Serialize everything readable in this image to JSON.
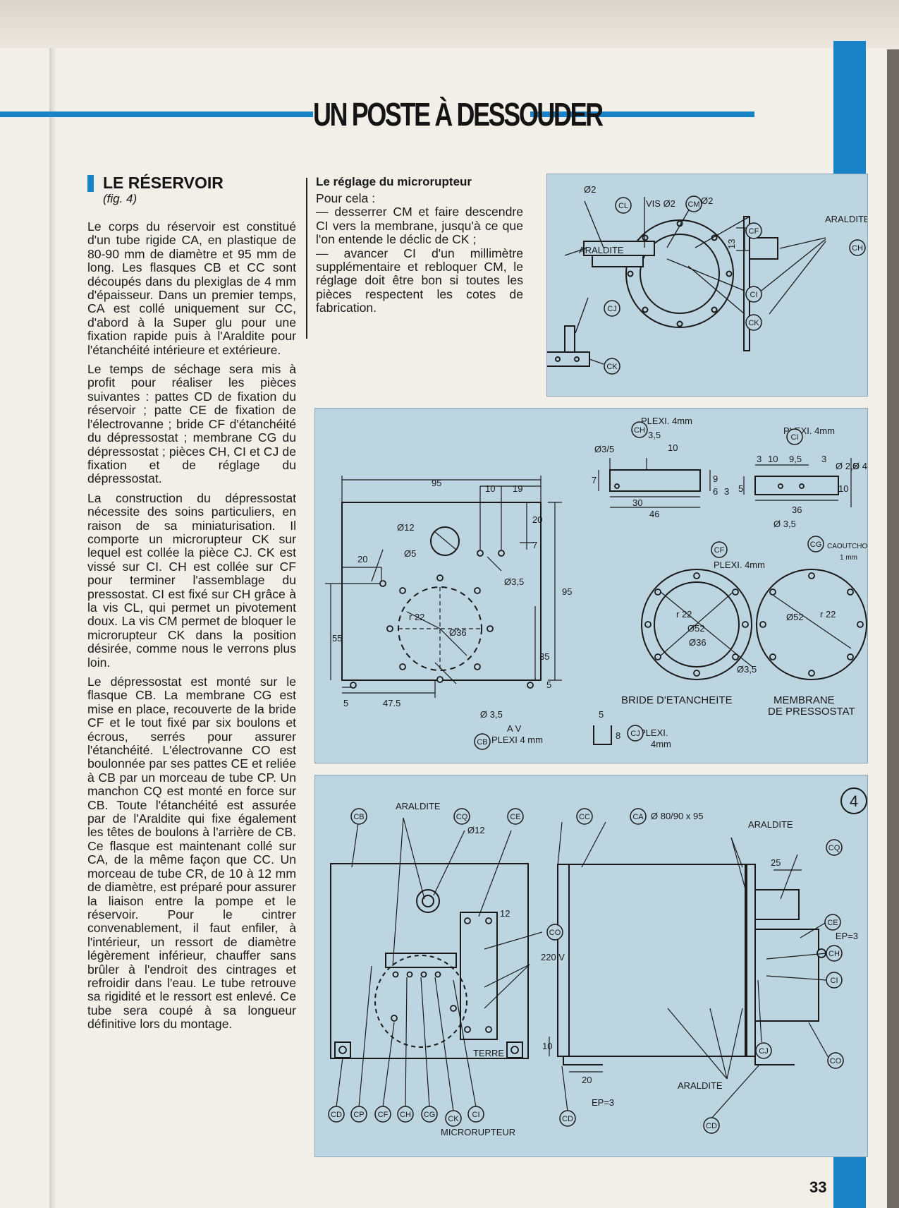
{
  "header": {
    "title": "UN POSTE À DESSOUDER"
  },
  "section": {
    "title": "LE RÉSERVOIR",
    "figure_ref": "(fig. 4)"
  },
  "column1": [
    "Le corps du réservoir est constitué d'un tube rigide CA, en plastique de 80-90 mm de diamètre et 95 mm de long. Les flasques CB et CC sont découpés dans du plexiglas de 4 mm d'épaisseur. Dans un premier temps, CA est collé uniquement sur CC, d'abord à la Super glu pour une fixation rapide puis à l'Araldite pour l'étanchéité intérieure et extérieure.",
    "Le temps de séchage sera mis à profit pour réaliser les pièces suivantes : pattes CD de fixation du réservoir ; patte CE de fixation de l'électrovanne ; bride CF d'étanchéité du dépressostat ; membrane CG du dépressostat ; pièces CH, CI et CJ de fixation et de réglage du dépressostat.",
    "La construction du dépressostat nécessite des soins particuliers, en raison de sa miniaturisation. Il comporte un microrupteur CK sur lequel est collée la pièce CJ. CK est vissé sur CI. CH est collée sur CF pour terminer l'assemblage du pressostat. CI est fixé sur CH grâce à la vis CL, qui permet un pivotement doux. La vis CM permet de bloquer le microrupteur CK dans la position désirée, comme nous le verrons plus loin.",
    "Le dépressostat est monté sur le flasque CB. La membrane CG est mise en place, recouverte de la bride CF et le tout fixé par six boulons et écrous, serrés pour assurer l'étanchéité. L'électrovanne CO est boulonnée par ses pattes CE et reliée à CB par un morceau de tube CP. Un manchon CQ est monté en force sur CB. Toute l'étanchéité est assurée par de l'Araldite qui fixe également les têtes de boulons à l'arrière de CB. Ce flasque est maintenant collé sur CA, de la même façon que CC. Un morceau de tube CR, de 10 à 12 mm de diamètre, est préparé pour assurer la liaison entre la pompe et le réservoir. Pour le cintrer convenablement, il faut enfiler, à l'intérieur, un ressort de diamètre légèrement inférieur, chauffer sans brûler à l'endroit des cintrages et refroidir dans l'eau. Le tube retrouve sa rigidité et le ressort est enlevé. Ce tube sera coupé à sa longueur définitive lors du montage."
  ],
  "column2": {
    "title": "Le réglage du microrupteur",
    "paragraphs": [
      "Pour cela :",
      "— desserrer CM et faire descendre CI vers la membrane, jusqu'à ce que l'on entende le déclic de CK ;",
      "— avancer CI d'un millimètre supplémentaire et rebloquer CM, le réglage doit être bon si toutes les pièces respectent les cotes de fabrication."
    ]
  },
  "fig_top": {
    "labels": {
      "cl": "CL",
      "cm": "CM",
      "cf": "CF",
      "ch": "CH",
      "ci": "CI",
      "ck": "CK",
      "cj": "CJ",
      "ck2": "CK"
    },
    "d2a": "Ø2",
    "d2b": "Ø2",
    "vis": "VIS Ø2",
    "araldite1": "ARALDITE",
    "araldite2": "ARALDITE",
    "dim13": "13"
  },
  "fig_mid": {
    "cb_dims": {
      "w95": "95",
      "d10": "10",
      "d19": "19",
      "d20top": "20",
      "d7": "7",
      "d12": "Ø12",
      "d20l": "20",
      "d5": "Ø5",
      "d35a": "Ø3,5",
      "r22": "r 22",
      "d36": "Ø36",
      "h95": "95",
      "h55": "55",
      "h35": "35",
      "d5b": "5",
      "s5": "5",
      "w475": "47.5",
      "d35b": "Ø 3,5"
    },
    "cb_label": "CB",
    "cb_note1": "A V",
    "cb_note2": "PLEXI 4 mm",
    "ch_label": "CH",
    "ch_plexi": "PLEXI. 4mm",
    "ch_dims": {
      "d35": "Ø3/5",
      "w35": "3,5",
      "w10": "10",
      "h7": "7",
      "h9": "9",
      "h6": "6",
      "h3": "3",
      "w30": "30",
      "w46": "46"
    },
    "ci_label": "CI",
    "ci_plexi": "PLEXI. 4mm",
    "ci_dims": {
      "a3": "3",
      "a10": "10",
      "a95": "9,5",
      "b3": "3",
      "d25": "Ø 2,5",
      "d4": "Ø 4",
      "h5": "5",
      "h10": "10",
      "w36": "36",
      "d35": "Ø 3,5"
    },
    "cf_label": "CF",
    "cf_plexi": "PLEXI. 4mm",
    "cf_dims": {
      "r22": "r 22",
      "d52": "Ø52",
      "d36": "Ø36",
      "d35": "Ø3,5"
    },
    "cf_caption": "BRIDE D'ETANCHEITE",
    "cg_label": "CG",
    "cg_mat1": "CAOUTCHOUC",
    "cg_mat2": "1 mm",
    "cg_dims": {
      "d52": "Ø52",
      "r22": "r 22"
    },
    "cg_caption1": "MEMBRANE",
    "cg_caption2": "DE PRESSOSTAT",
    "cj_label": "CJ",
    "cj_plexi1": "PLEXI.",
    "cj_plexi2": "4mm",
    "cj_dims": {
      "w5": "5",
      "h8": "8"
    }
  },
  "fig_bot": {
    "number": "4",
    "left": {
      "cb": "CB",
      "araldite": "ARALDITE",
      "cq": "CQ",
      "d12": "Ø12",
      "ce": "CE",
      "d12v": "12",
      "co": "CO",
      "v220": "220 V",
      "terre": "TERRE",
      "cd": "CD",
      "cp": "CP",
      "cf": "CF",
      "ch": "CH",
      "cg": "CG",
      "ck": "CK",
      "ci": "CI",
      "micro": "MICRORUPTEUR"
    },
    "right": {
      "cc": "CC",
      "ca": "CA",
      "ca_dim": "Ø 80/90 x 95",
      "araldite": "ARALDITE",
      "cq": "CQ",
      "d25": "25",
      "ce": "CE",
      "ep3": "EP=3",
      "ch": "CH",
      "ci": "CI",
      "cj": "CJ",
      "co": "CO",
      "d10": "10",
      "d20": "20",
      "cd1": "CD",
      "ep3b": "EP=3",
      "araldites": "ARALDITE",
      "cd2": "CD"
    }
  },
  "page_number": "33"
}
